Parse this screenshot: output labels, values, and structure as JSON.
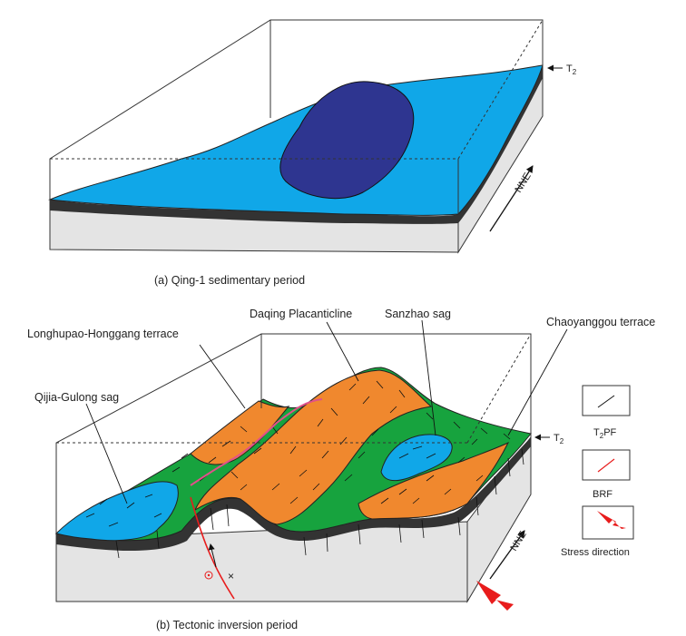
{
  "panel_a": {
    "caption": "(a) Qing-1 sedimentary period",
    "horizon_label": "T",
    "horizon_sub": "2",
    "direction_label": "NNE"
  },
  "panel_b": {
    "caption": "(b) Tectonic inversion period",
    "horizon_label": "T",
    "horizon_sub": "2",
    "direction_label": "NNE",
    "labels": {
      "qijia": "Qijia-Gulong sag",
      "longhupao": "Longhupao-Honggang terrace",
      "daqing": "Daqing Placanticline",
      "sanzhao": "Sanzhao sag",
      "chaoyanggou": "Chaoyanggou terrace"
    }
  },
  "legend": {
    "t2pf_prefix": "T",
    "t2pf_sub": "2",
    "t2pf_suffix": "PF",
    "brf": "BRF",
    "stress": "Stress direction"
  },
  "colors": {
    "water": "#10a7e8",
    "deep_water": "#2e3590",
    "green": "#17a33e",
    "orange": "#f0882e",
    "pink": "#e0508a",
    "red": "#e81c1c",
    "base": "#e4e4e4",
    "dark_layer": "#333333"
  }
}
